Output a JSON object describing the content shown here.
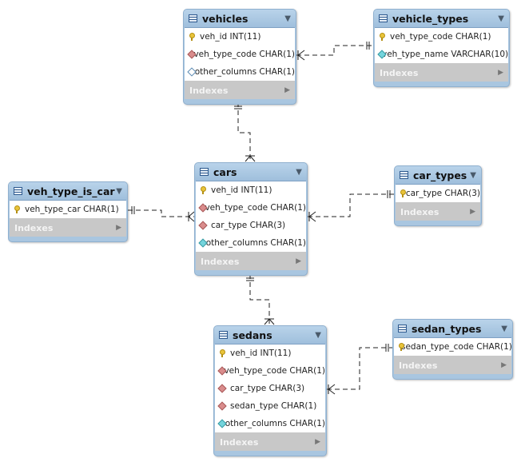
{
  "tables": {
    "vehicles": {
      "name": "vehicles",
      "columns": [
        {
          "text": "veh_id INT(11)",
          "icon": "key"
        },
        {
          "text": "veh_type_code CHAR(1)",
          "icon": "fk"
        },
        {
          "text": "other_columns CHAR(1)",
          "icon": "hollow"
        }
      ],
      "indexes": "Indexes"
    },
    "vehicle_types": {
      "name": "vehicle_types",
      "columns": [
        {
          "text": "veh_type_code CHAR(1)",
          "icon": "key"
        },
        {
          "text": "veh_type_name VARCHAR(10)",
          "icon": "cyan"
        }
      ],
      "indexes": "Indexes"
    },
    "cars": {
      "name": "cars",
      "columns": [
        {
          "text": "veh_id INT(11)",
          "icon": "key"
        },
        {
          "text": "veh_type_code CHAR(1)",
          "icon": "fk"
        },
        {
          "text": "car_type CHAR(3)",
          "icon": "fk"
        },
        {
          "text": "other_columns CHAR(1)",
          "icon": "cyan"
        }
      ],
      "indexes": "Indexes"
    },
    "veh_type_is_car": {
      "name": "veh_type_is_car",
      "columns": [
        {
          "text": "veh_type_car CHAR(1)",
          "icon": "key"
        }
      ],
      "indexes": "Indexes"
    },
    "car_types": {
      "name": "car_types",
      "columns": [
        {
          "text": "car_type CHAR(3)",
          "icon": "key"
        }
      ],
      "indexes": "Indexes"
    },
    "sedans": {
      "name": "sedans",
      "columns": [
        {
          "text": "veh_id INT(11)",
          "icon": "key"
        },
        {
          "text": "veh_type_code CHAR(1)",
          "icon": "fk"
        },
        {
          "text": "car_type CHAR(3)",
          "icon": "fk"
        },
        {
          "text": "sedan_type CHAR(1)",
          "icon": "fk"
        },
        {
          "text": "other_columns CHAR(1)",
          "icon": "cyan"
        }
      ],
      "indexes": "Indexes"
    },
    "sedan_types": {
      "name": "sedan_types",
      "columns": [
        {
          "text": "sedan_type_code CHAR(1)",
          "icon": "key"
        }
      ],
      "indexes": "Indexes"
    }
  },
  "relationships": [
    {
      "from": "vehicles",
      "to": "vehicle_types",
      "from_end": "many",
      "to_end": "one"
    },
    {
      "from": "vehicles",
      "to": "cars",
      "from_end": "one",
      "to_end": "many"
    },
    {
      "from": "veh_type_is_car",
      "to": "cars",
      "from_end": "one",
      "to_end": "many"
    },
    {
      "from": "cars",
      "to": "car_types",
      "from_end": "many",
      "to_end": "one"
    },
    {
      "from": "cars",
      "to": "sedans",
      "from_end": "one",
      "to_end": "many"
    },
    {
      "from": "sedans",
      "to": "sedan_types",
      "from_end": "many",
      "to_end": "one"
    }
  ]
}
